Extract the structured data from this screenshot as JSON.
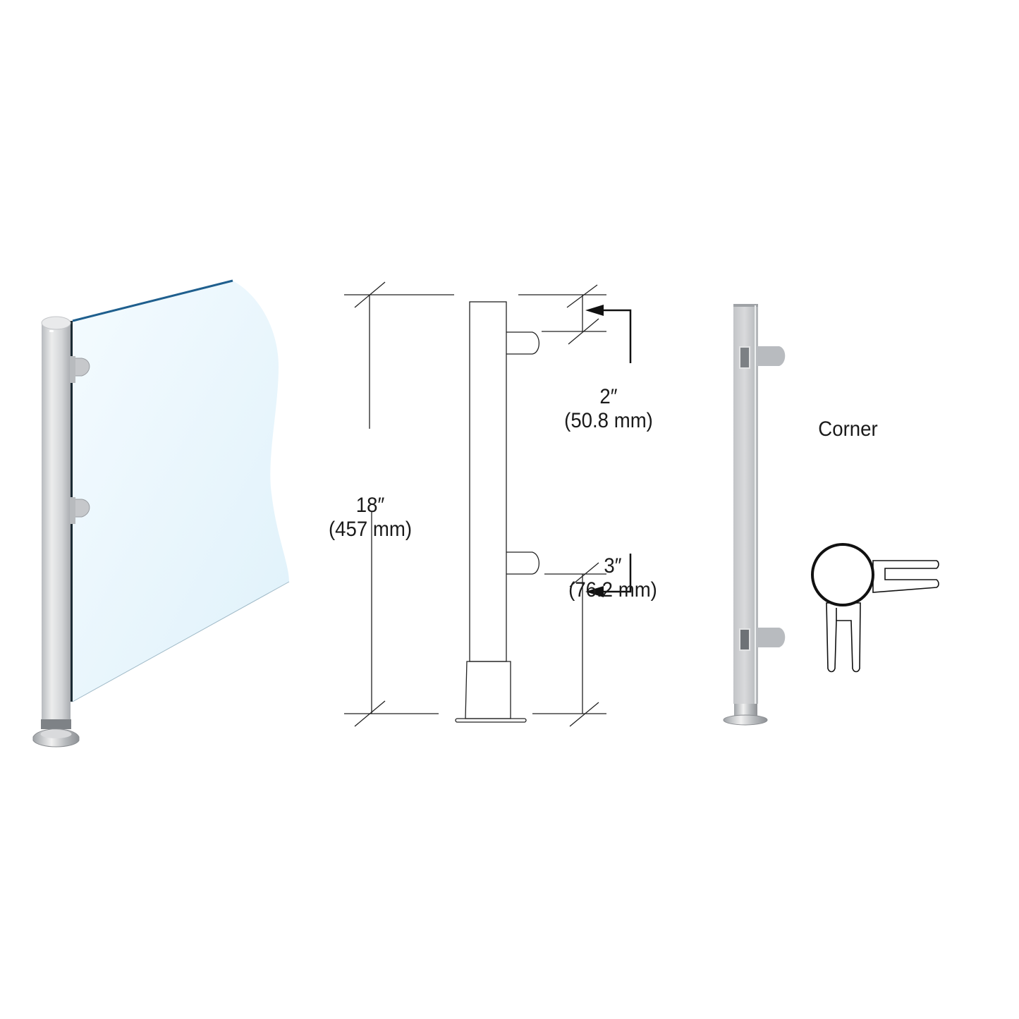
{
  "figure": {
    "type": "product-technical-drawing",
    "panels": [
      {
        "id": "photo-glass-panel",
        "description": "Round post with two glass clamps holding a blue-tinted glass panel"
      },
      {
        "id": "dimension-drawing",
        "description": "Side elevation of post with dimension lines"
      },
      {
        "id": "corner-post-photo",
        "description": "Corner post with two clamps"
      },
      {
        "id": "corner-section",
        "description": "Plan section: round post with two clamps at 90 degrees"
      }
    ]
  },
  "dimensions": {
    "overall_height": {
      "imperial": "18″",
      "metric": "(457 mm)"
    },
    "top_offset": {
      "imperial": "2″",
      "metric": "(50.8 mm)"
    },
    "bottom_offset": {
      "imperial": "3″",
      "metric": "(76.2 mm)"
    }
  },
  "corner_label": "Corner",
  "colors": {
    "line": "#222222",
    "glass_fill": "#e6f4fb",
    "glass_edge": "#1f5f8e",
    "steel_light": "#e4e5e7",
    "steel_mid": "#c9cbce",
    "steel_dark": "#a5a8ac"
  }
}
